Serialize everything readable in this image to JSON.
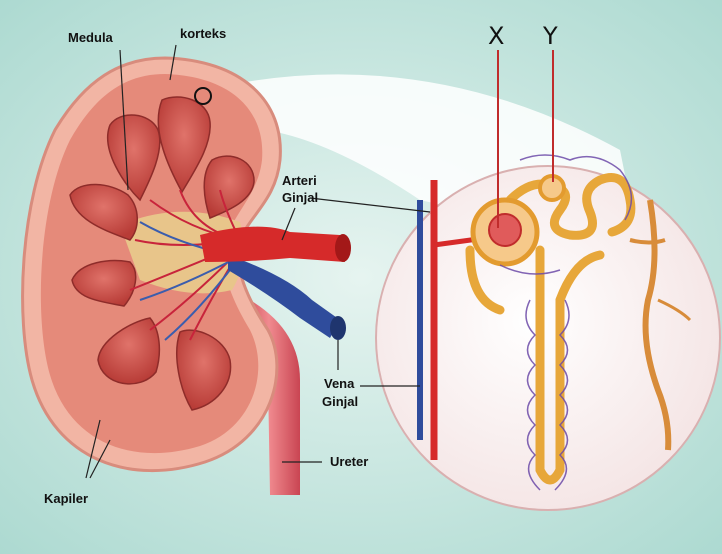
{
  "labels": {
    "medula": "Medula",
    "korteks": "korteks",
    "arteri_line1": "Arteri",
    "arteri_line2": "Ginjal",
    "vena_line1": "Vena",
    "vena_line2": "Ginjal",
    "ureter": "Ureter",
    "kapiler": "Kapiler",
    "x": "X",
    "y": "Y"
  },
  "colors": {
    "background": "#bfe3dc",
    "cortex": "#d96f62",
    "medulla": "#c64a42",
    "pelvis": "#e0bb82",
    "artery": "#d62a2a",
    "vein": "#2f4c9c",
    "ureter": "#e46a72",
    "tubule": "#e7a73a",
    "capillary": "#6c4aa8"
  }
}
